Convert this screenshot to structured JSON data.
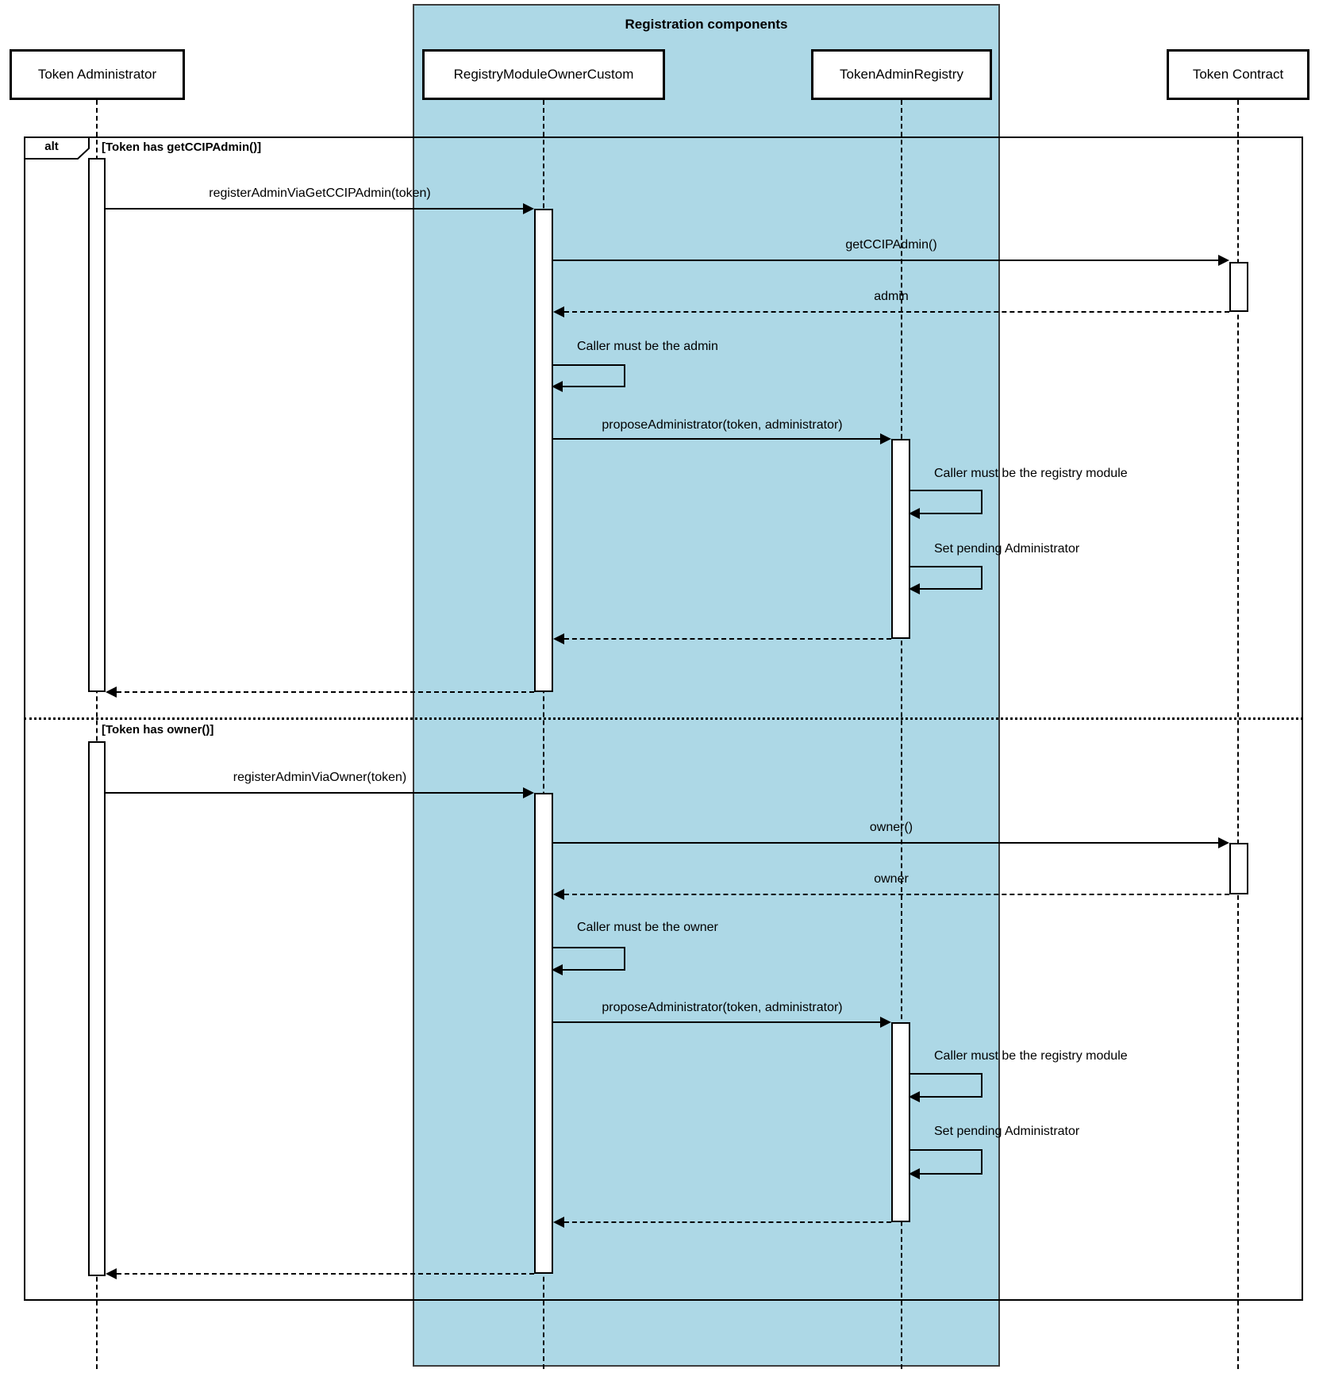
{
  "container": {
    "title": "Registration components"
  },
  "fragment": {
    "operator": "alt",
    "condition_1": "[Token has getCCIPAdmin()]",
    "condition_2": "[Token has owner()]"
  },
  "participants": {
    "token_administrator": "Token Administrator",
    "registry_module_owner_custom": "RegistryModuleOwnerCustom",
    "token_admin_registry": "TokenAdminRegistry",
    "token_contract": "Token Contract"
  },
  "messages": {
    "register_admin_via_get_ccip_admin": "registerAdminViaGetCCIPAdmin(token)",
    "get_ccip_admin": "getCCIPAdmin()",
    "admin_return": "admin",
    "caller_must_be_admin": "Caller must be the admin",
    "propose_administrator_1": "proposeAdministrator(token, administrator)",
    "caller_must_be_registry_module_1": "Caller must be the registry module",
    "set_pending_administrator_1": "Set pending Administrator",
    "register_admin_via_owner": "registerAdminViaOwner(token)",
    "owner_call": "owner()",
    "owner_return": "owner",
    "caller_must_be_owner": "Caller must be the owner",
    "propose_administrator_2": "proposeAdministrator(token, administrator)",
    "caller_must_be_registry_module_2": "Caller must be the registry module",
    "set_pending_administrator_2": "Set pending Administrator"
  },
  "colors": {
    "registration_components_fill": "#ADD8E6",
    "line_color": "#000000",
    "participant_fill": "#ffffff"
  }
}
